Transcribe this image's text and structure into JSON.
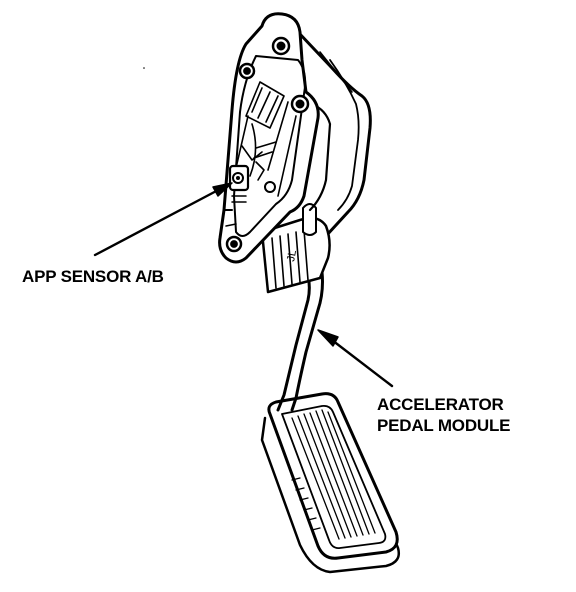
{
  "callouts": {
    "app_sensor": {
      "text": "APP SENSOR A/B"
    },
    "pedal_module": {
      "line1": "ACCELERATOR",
      "line2": "PEDAL MODULE"
    }
  },
  "colors": {
    "ink": "#000000",
    "paper": "#ffffff"
  }
}
